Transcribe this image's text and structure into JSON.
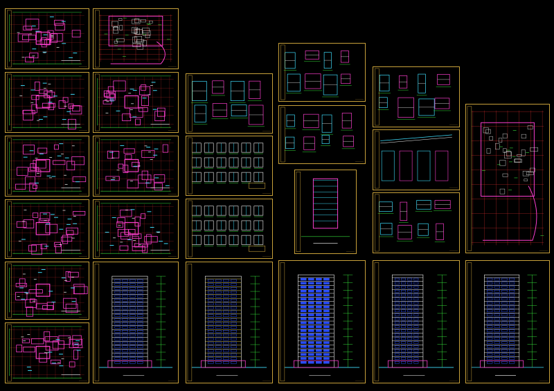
{
  "drawing_set": {
    "sheets": [
      {
        "id": "plan-1",
        "kind": "floor-plan",
        "caption": "____"
      },
      {
        "id": "site-1",
        "kind": "site-plan",
        "caption": "____"
      },
      {
        "id": "plan-2",
        "kind": "floor-plan",
        "caption": "____"
      },
      {
        "id": "plan-3",
        "kind": "floor-plan",
        "caption": "____"
      },
      {
        "id": "plan-4",
        "kind": "floor-plan",
        "caption": "____"
      },
      {
        "id": "plan-5",
        "kind": "floor-plan",
        "caption": "____"
      },
      {
        "id": "plan-6",
        "kind": "floor-plan",
        "caption": "____"
      },
      {
        "id": "plan-7",
        "kind": "floor-plan",
        "caption": "____"
      },
      {
        "id": "plan-8",
        "kind": "floor-plan",
        "caption": "____"
      },
      {
        "id": "plan-9",
        "kind": "floor-plan",
        "caption": "____"
      },
      {
        "id": "elev-1",
        "kind": "elevation",
        "caption": "____"
      },
      {
        "id": "detail-1",
        "kind": "details",
        "caption": "____"
      },
      {
        "id": "detail-2",
        "kind": "windows",
        "caption": "____"
      },
      {
        "id": "detail-3",
        "kind": "windows",
        "caption": "____"
      },
      {
        "id": "elev-2",
        "kind": "elevation",
        "caption": "____"
      },
      {
        "id": "detail-4",
        "kind": "details",
        "caption": "____"
      },
      {
        "id": "detail-5",
        "kind": "details",
        "caption": "____"
      },
      {
        "id": "core-1",
        "kind": "core-plan",
        "caption": "____"
      },
      {
        "id": "elev-3",
        "kind": "elevation",
        "caption": "____"
      },
      {
        "id": "detail-6",
        "kind": "details",
        "caption": "____"
      },
      {
        "id": "section-1",
        "kind": "section",
        "caption": "____"
      },
      {
        "id": "detail-7",
        "kind": "details",
        "caption": "____"
      },
      {
        "id": "elev-4",
        "kind": "elevation",
        "caption": "____"
      },
      {
        "id": "site-2",
        "kind": "site-plan",
        "caption": "____"
      },
      {
        "id": "elev-5",
        "kind": "elevation",
        "caption": "____"
      }
    ]
  },
  "colors": {
    "background": "#000000",
    "frame": "#c8a13a",
    "wall": "#ff3fd0",
    "dimension": "#37e23a",
    "grid": "#e33",
    "window": "#3fe0ff",
    "text": "#ffffff",
    "floor": "#e8d24a",
    "glass": "#2a4dff"
  }
}
